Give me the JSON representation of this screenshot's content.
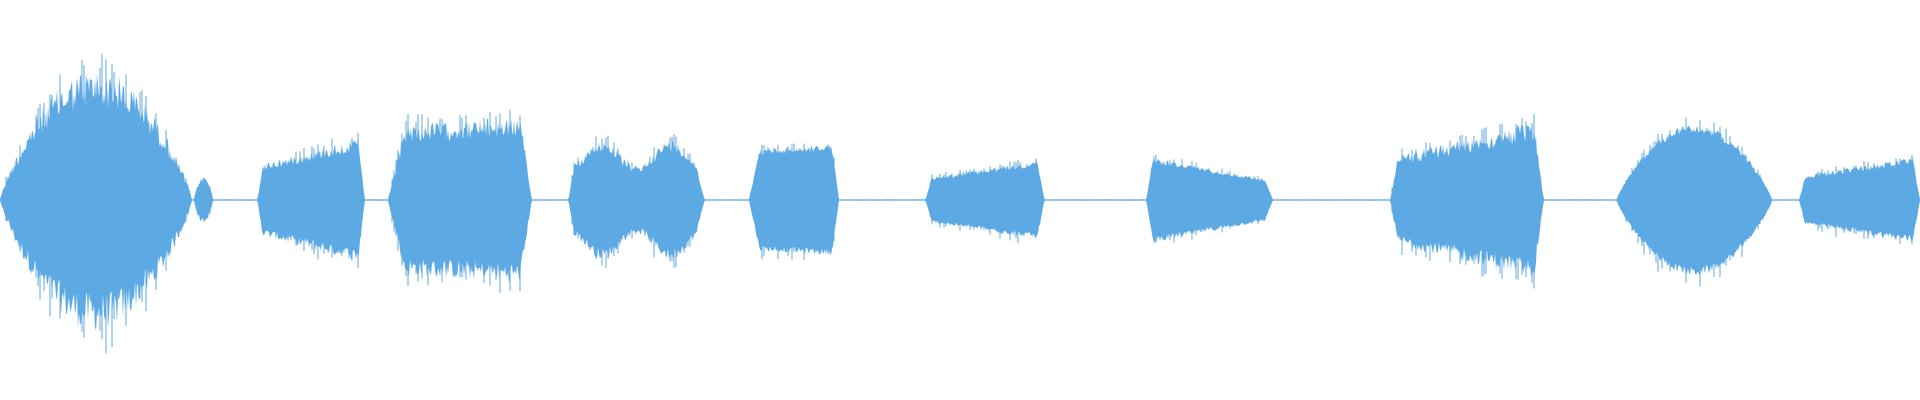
{
  "waveform": {
    "color": "#5DA9E3",
    "background": "#FFFFFF",
    "baseline_peak": 0.004,
    "segments": [
      {
        "start": 0.0,
        "end": 0.1,
        "peak": 0.66,
        "shape": "dome",
        "roughness": 0.3
      },
      {
        "start": 0.101,
        "end": 0.111,
        "peak": 0.12,
        "shape": "dome",
        "roughness": 0.25
      },
      {
        "start": 0.134,
        "end": 0.19,
        "peak": 0.32,
        "shape": "ramp-up",
        "roughness": 0.22
      },
      {
        "start": 0.202,
        "end": 0.277,
        "peak": 0.42,
        "shape": "plateau",
        "roughness": 0.25
      },
      {
        "start": 0.296,
        "end": 0.367,
        "peak": 0.3,
        "shape": "double",
        "roughness": 0.2
      },
      {
        "start": 0.39,
        "end": 0.437,
        "peak": 0.28,
        "shape": "plateau",
        "roughness": 0.12
      },
      {
        "start": 0.482,
        "end": 0.544,
        "peak": 0.2,
        "shape": "ramp-up",
        "roughness": 0.15
      },
      {
        "start": 0.597,
        "end": 0.663,
        "peak": 0.22,
        "shape": "ramp-down",
        "roughness": 0.15
      },
      {
        "start": 0.724,
        "end": 0.804,
        "peak": 0.4,
        "shape": "ramp-up",
        "roughness": 0.25
      },
      {
        "start": 0.842,
        "end": 0.923,
        "peak": 0.38,
        "shape": "dome",
        "roughness": 0.12
      },
      {
        "start": 0.937,
        "end": 1.0,
        "peak": 0.22,
        "shape": "ramp-up",
        "roughness": 0.18
      }
    ]
  }
}
